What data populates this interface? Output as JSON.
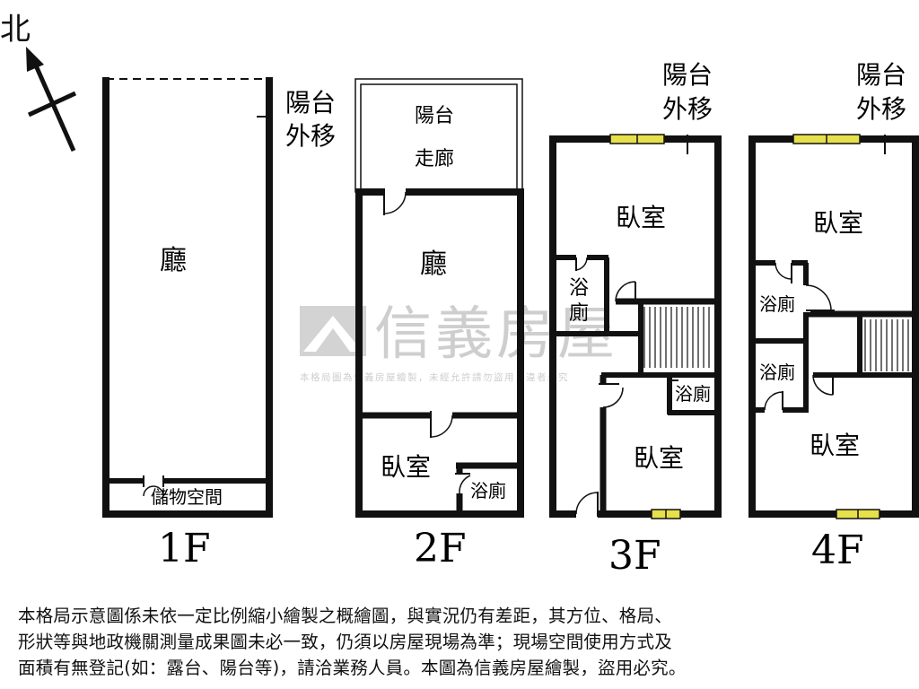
{
  "compass": {
    "north_label": "北"
  },
  "floors": [
    {
      "id": "1F",
      "floor_label": "1F",
      "rooms": {
        "hall": "廳",
        "storage": "儲物空間"
      },
      "balcony_note": [
        "陽台",
        "外移"
      ]
    },
    {
      "id": "2F",
      "floor_label": "2F",
      "rooms": {
        "balcony": "陽台",
        "corridor": "走廊",
        "hall": "廳",
        "bedroom": "臥室",
        "bath": "浴廁"
      }
    },
    {
      "id": "3F",
      "floor_label": "3F",
      "rooms": {
        "bedroom_top": "臥室",
        "bath_a_1": "浴",
        "bath_a_2": "廁",
        "bath_b": "浴廁",
        "bedroom_bottom": "臥室"
      },
      "balcony_note": [
        "陽台",
        "外移"
      ]
    },
    {
      "id": "4F",
      "floor_label": "4F",
      "rooms": {
        "bedroom_top": "臥室",
        "bath_a": "浴廁",
        "bath_b": "浴廁",
        "bedroom_bottom": "臥室"
      },
      "balcony_note": [
        "陽台",
        "外移"
      ]
    }
  ],
  "watermark": {
    "brand": "信義房屋",
    "notice": "本格局圖為信義房屋繪製，未經允許請勿盜用，違者必究"
  },
  "disclaimer": [
    "本格局示意圖係未依一定比例縮小繪製之概繪圖，與實況仍有差距，其方位、格局、",
    "形狀等與地政機關測量成果圖未必一致，仍須以房屋現場為準；現場空間使用方式及",
    "面積有無登記(如：露台、陽台等)，請洽業務人員。本圖為信義房屋繪製，盜用必究。"
  ],
  "colors": {
    "wall": "#0d0d0d",
    "window": "#e6e04a",
    "watermark": "#c9c9c9"
  }
}
